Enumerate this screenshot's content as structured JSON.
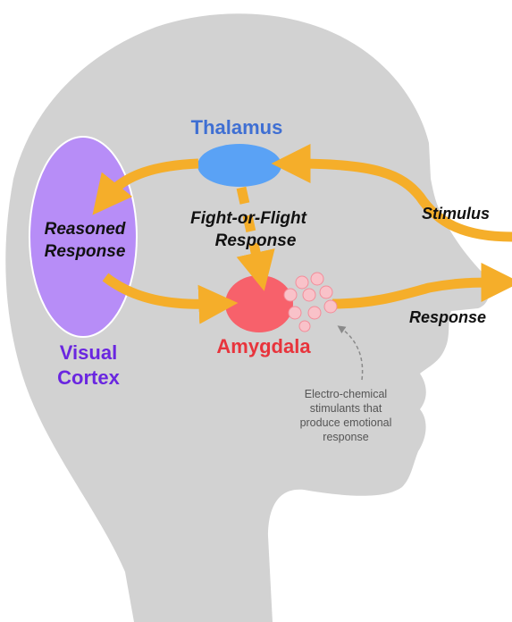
{
  "labels": {
    "thalamus": "Thalamus",
    "reasoned_line1": "Reasoned",
    "reasoned_line2": "Response",
    "fight_line1": "Fight-or-Flight",
    "fight_line2": "Response",
    "stimulus": "Stimulus",
    "response": "Response",
    "amygdala": "Amygdala",
    "visual_line1": "Visual",
    "visual_line2": "Cortex",
    "note_line1": "Electro-chemical",
    "note_line2": "stimulants that",
    "note_line3": "produce emotional",
    "note_line4": "response"
  },
  "colors": {
    "head": "#d2d2d2",
    "arrow": "#f5ae2a",
    "thalamus_fill": "#5aa2f5",
    "thalamus_text": "#3f6fd3",
    "cortex_fill": "#b78df7",
    "cortex_text": "#6a26e0",
    "amygdala_fill": "#f7616b",
    "amygdala_text": "#e8343c",
    "droplet_fill": "#f9c2c9",
    "droplet_stroke": "#f38d9a",
    "note_text": "#555555",
    "dashed_arrow": "#8a8a8a"
  }
}
